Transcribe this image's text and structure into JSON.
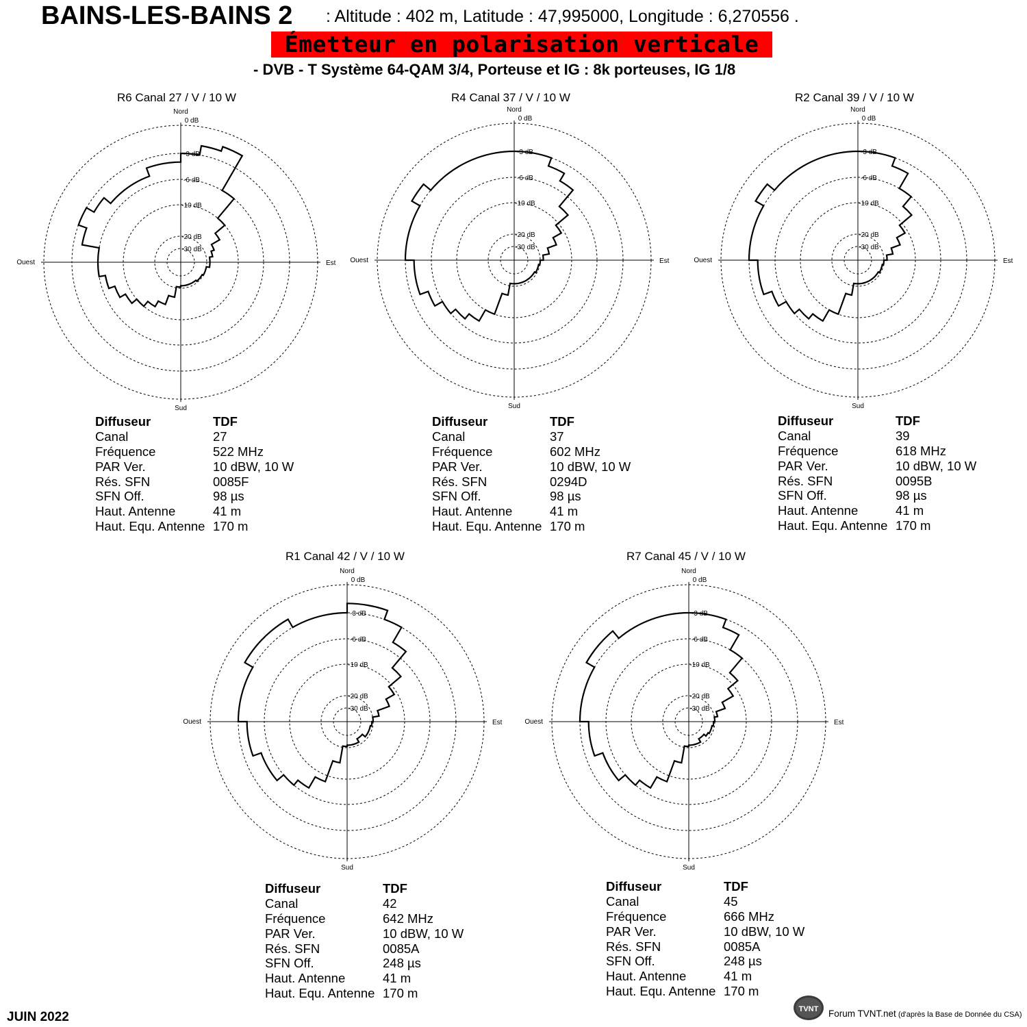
{
  "header": {
    "station": "BAINS-LES-BAINS 2",
    "coords": ": Altitude : 402 m, Latitude : 47,995000, Longitude : 6,270556 .",
    "polarization": "Émetteur en polarisation verticale",
    "system": "- DVB - T    Système 64-QAM 3/4,  Porteuse et IG : 8k porteuses, IG 1/8"
  },
  "axis_labels": {
    "north": "Nord",
    "south": "Sud",
    "east": "Est",
    "west": "Ouest"
  },
  "ring_labels": [
    "0 dB",
    "-3 dB",
    "-6 dB",
    "-10 dB",
    "-20 dB",
    "-30 dB"
  ],
  "info_keys": [
    "Diffuseur",
    "Canal",
    "Fréquence",
    "PAR Ver.",
    "Rés. SFN",
    "SFN Off.",
    "Haut. Antenne",
    "Haut. Equ. Antenne"
  ],
  "colors": {
    "banner": "#ff0000",
    "pattern": "#000000",
    "rings": "#000000"
  },
  "chart_data": [
    {
      "type": "polar",
      "title": "R6   Canal  27 / V / 10 W",
      "ring_levels_db": [
        0,
        -3,
        -6,
        -10,
        -20,
        -30
      ],
      "angle_step_deg": 10,
      "attenuation_db": [
        -3,
        -2,
        -1.5,
        -6,
        -10,
        -14,
        -17,
        -18,
        -19,
        -19,
        -20,
        -20,
        -21,
        -21,
        -22,
        -22,
        -22,
        -22,
        -21,
        -17,
        -14,
        -12,
        -10,
        -9,
        -8,
        -7,
        -6,
        -6,
        -4,
        -3,
        -4,
        -5,
        -5,
        -5,
        -4,
        -4
      ],
      "info": {
        "Diffuseur": "TDF",
        "Canal": "27",
        "Fréquence": "522 MHz",
        "PAR Ver.": "10 dBW, 10 W",
        "Rés. SFN": "0085F",
        "SFN Off.": "98 µs",
        "Haut. Antenne": "41 m",
        "Haut. Equ. Antenne": "170 m"
      }
    },
    {
      "type": "polar",
      "title": "R4    Canal 37 / V /  10 W",
      "ring_levels_db": [
        0,
        -3,
        -6,
        -10,
        -20,
        -30
      ],
      "angle_step_deg": 10,
      "attenuation_db": [
        -3,
        -3,
        -4,
        -5,
        -8,
        -11,
        -14,
        -17,
        -19,
        -20,
        -21,
        -21,
        -22,
        -22,
        -22,
        -22,
        -22,
        -22,
        -22,
        -17,
        -10,
        -8,
        -7,
        -6,
        -5,
        -4,
        -4,
        -3,
        -3,
        -3,
        -2,
        -3,
        -3,
        -3,
        -3,
        -3
      ],
      "info": {
        "Diffuseur": "TDF",
        "Canal": "37",
        "Fréquence": "602 MHz",
        "PAR Ver.": "10 dBW, 10 W",
        "Rés. SFN": "0294D",
        "SFN Off.": "98 µs",
        "Haut. Antenne": "41 m",
        "Haut. Equ. Antenne": "170 m"
      }
    },
    {
      "type": "polar",
      "title": "R2    Canal  39 / V /  10 W",
      "ring_levels_db": [
        0,
        -3,
        -6,
        -10,
        -20,
        -30
      ],
      "angle_step_deg": 10,
      "attenuation_db": [
        -3,
        -3,
        -4,
        -6,
        -8,
        -11,
        -14,
        -17,
        -19,
        -20,
        -21,
        -21,
        -22,
        -22,
        -22,
        -22,
        -22,
        -22,
        -22,
        -17,
        -10,
        -8,
        -7,
        -6,
        -5,
        -4,
        -4,
        -3,
        -3,
        -3,
        -2,
        -3,
        -3,
        -3,
        -3,
        -3
      ],
      "info": {
        "Diffuseur": "TDF",
        "Canal": "39",
        "Fréquence": "618 MHz",
        "PAR Ver.": "10 dBW, 10 W",
        "Rés. SFN": "0095B",
        "SFN Off.": "98 µs",
        "Haut. Antenne": "41 m",
        "Haut. Equ. Antenne": "170 m"
      }
    },
    {
      "type": "polar",
      "title": "R1    Canal 42 / V /  10 W",
      "ring_levels_db": [
        0,
        -3,
        -6,
        -10,
        -20,
        -30
      ],
      "angle_step_deg": 10,
      "attenuation_db": [
        -2,
        -2,
        -3,
        -5,
        -8,
        -11,
        -14,
        -18,
        -20,
        -21,
        -22,
        -22,
        -22,
        -25,
        -25,
        -22,
        -22,
        -22,
        -21,
        -15,
        -9,
        -7,
        -6,
        -5,
        -5,
        -4,
        -4,
        -3,
        -3,
        -3,
        -2,
        -2,
        -2,
        -3,
        -3,
        -3
      ],
      "info": {
        "Diffuseur": "TDF",
        "Canal": "42",
        "Fréquence": "642 MHz",
        "PAR Ver.": "10 dBW, 10 W",
        "Rés. SFN": "0085A",
        "SFN Off.": "248 µs",
        "Haut. Antenne": "41 m",
        "Haut. Equ. Antenne": "170 m"
      }
    },
    {
      "type": "polar",
      "title": "R7    Canal 45 / V /  10 W",
      "ring_levels_db": [
        0,
        -3,
        -6,
        -10,
        -20,
        -30
      ],
      "angle_step_deg": 10,
      "attenuation_db": [
        -3,
        -3,
        -4,
        -6,
        -9,
        -12,
        -16,
        -19,
        -20,
        -21,
        -22,
        -22,
        -23,
        -25,
        -25,
        -22,
        -22,
        -22,
        -21,
        -15,
        -9,
        -7,
        -6,
        -5,
        -5,
        -4,
        -4,
        -3,
        -3,
        -3,
        -2,
        -2,
        -3,
        -3,
        -3,
        -3
      ],
      "info": {
        "Diffuseur": "TDF",
        "Canal": "45",
        "Fréquence": "666 MHz",
        "PAR Ver.": "10 dBW, 10 W",
        "Rés. SFN": "0085A",
        "SFN Off.": "248 µs",
        "Haut. Antenne": "41 m",
        "Haut. Equ. Antenne": "170 m"
      }
    }
  ],
  "footer": {
    "date": "JUIN 2022",
    "logo_text": "TVNT",
    "credit_main": "Forum TVNT.net",
    "credit_small": " (d'après la Base de Donnée du CSA)"
  }
}
